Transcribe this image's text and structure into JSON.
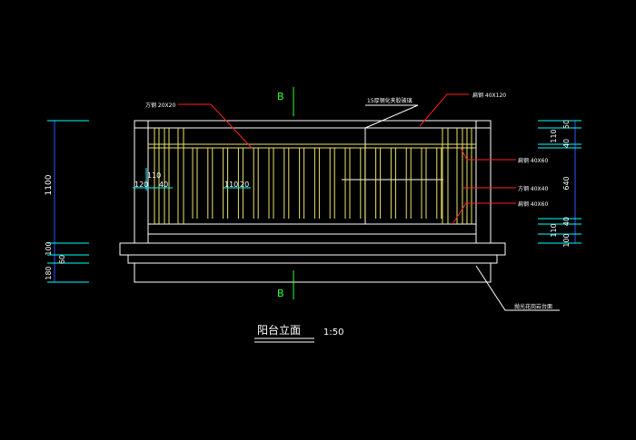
{
  "drawing": {
    "title": "阳台立面",
    "scale": "1:50",
    "section_marker_top": "B",
    "section_marker_bottom": "B"
  },
  "callouts": {
    "square_tube_top_left": "方钢 20X20",
    "top_note": "15厚钢化夹胶玻璃",
    "flat_steel_top_right": "扁钢 40X120",
    "flat_steel_right_1": "扁钢 40X60",
    "square_steel_right": "方钢 40X40",
    "flat_steel_right_2": "扁钢 40X60",
    "bottom_right_note": "抛光花岗岩台面"
  },
  "dimensions": {
    "left": [
      "1100",
      "100",
      "60",
      "180"
    ],
    "right": [
      "50",
      "110",
      "40",
      "640",
      "40",
      "110",
      "100"
    ],
    "inner_left": [
      "110",
      "120",
      "40"
    ],
    "inner_mid": [
      "110",
      "20"
    ]
  },
  "colors": {
    "line": "#ffffff",
    "rail": "#e8e26a",
    "dim": "#00ffff",
    "dim_line": "#3355ff",
    "leader": "#ff2020",
    "marker": "#33ff33"
  }
}
